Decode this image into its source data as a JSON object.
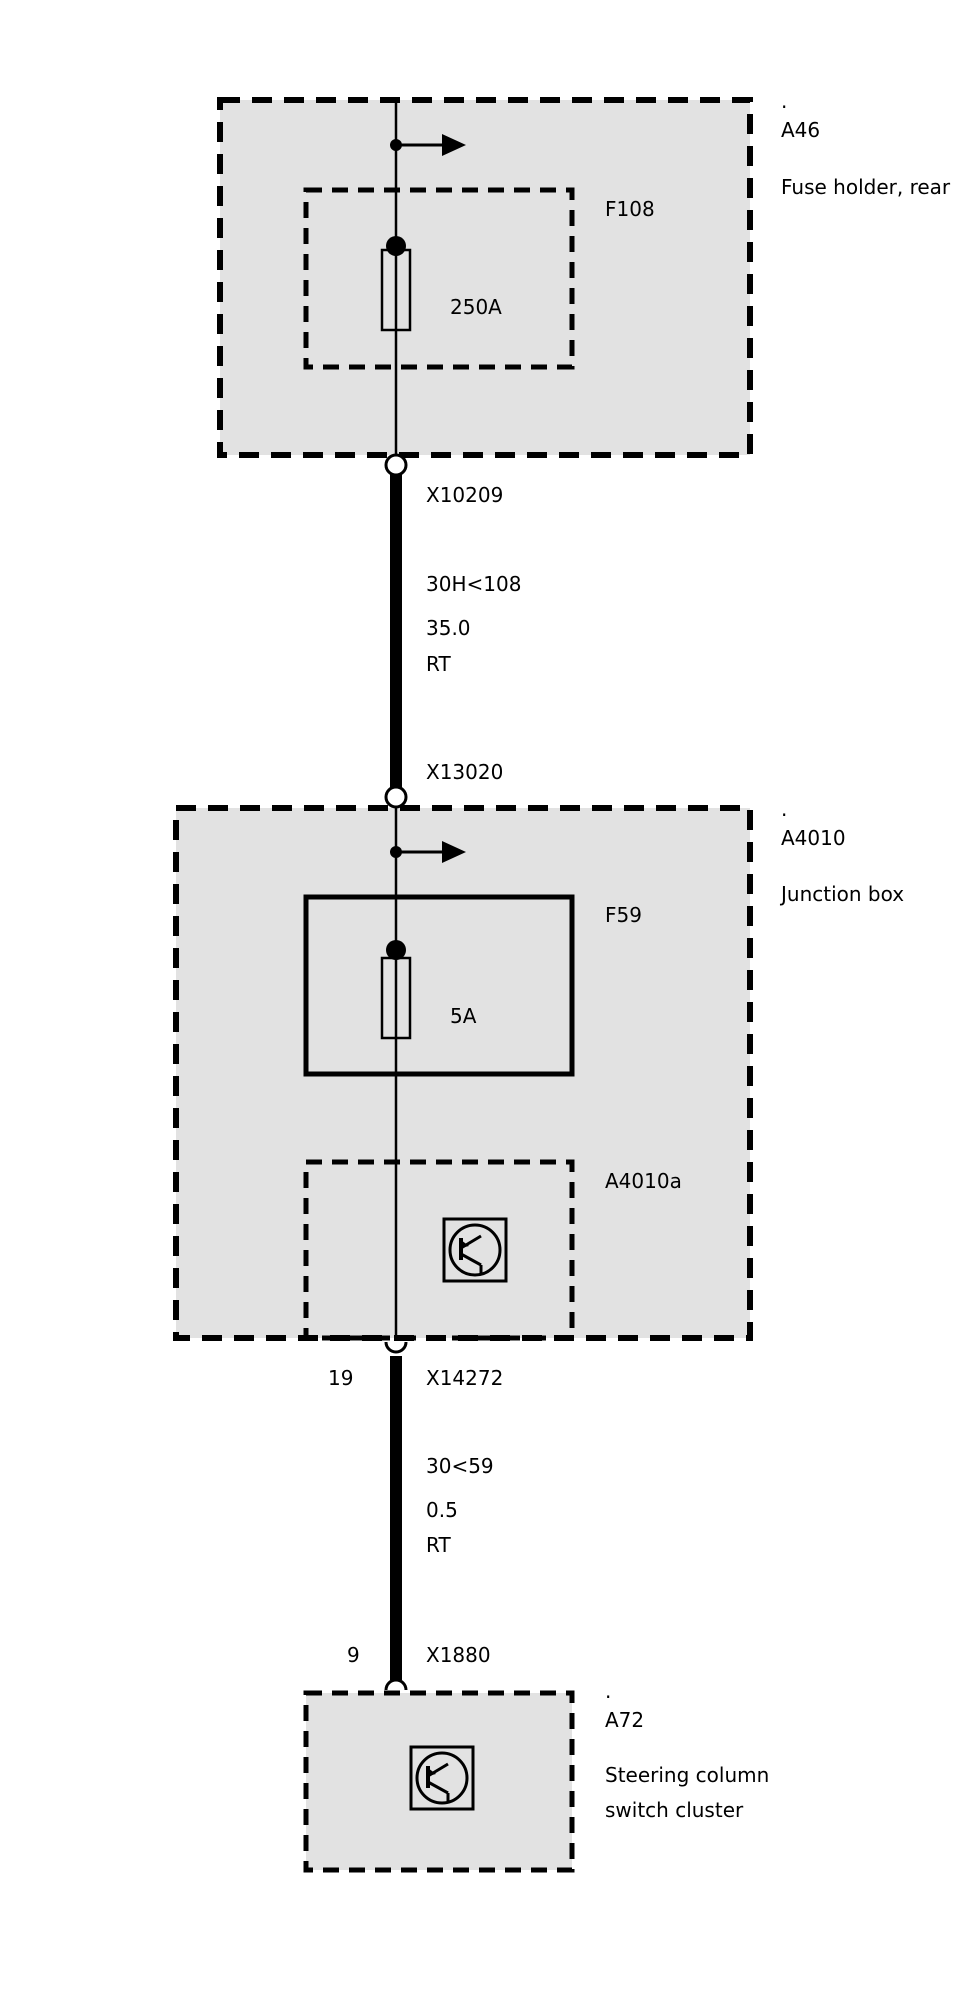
{
  "colors": {
    "module_fill": "#e2e2e2",
    "line": "#000000",
    "background": "#ffffff"
  },
  "modules": {
    "a46": {
      "dot": ".",
      "id": "A46",
      "description": "Fuse holder, rear",
      "fuse": {
        "id": "F108",
        "rating": "250A"
      }
    },
    "a4010": {
      "dot": ".",
      "id": "A4010",
      "description": "Junction box",
      "fuse": {
        "id": "F59",
        "rating": "5A"
      },
      "submodule": {
        "id": "A4010a",
        "icon": "transistor-icon"
      }
    },
    "a72": {
      "dot": ".",
      "id": "A72",
      "description_line1": "Steering column",
      "description_line2": "switch cluster",
      "icon": "transistor-icon"
    }
  },
  "wires": {
    "w1": {
      "connector_top": "X10209",
      "signal": "30H<108",
      "cross_section": "35.0",
      "color": "RT",
      "connector_bottom": "X13020"
    },
    "w2": {
      "pin_top": "19",
      "connector_top": "X14272",
      "signal": "30<59",
      "cross_section": "0.5",
      "color": "RT",
      "pin_bottom": "9",
      "connector_bottom": "X1880"
    }
  }
}
